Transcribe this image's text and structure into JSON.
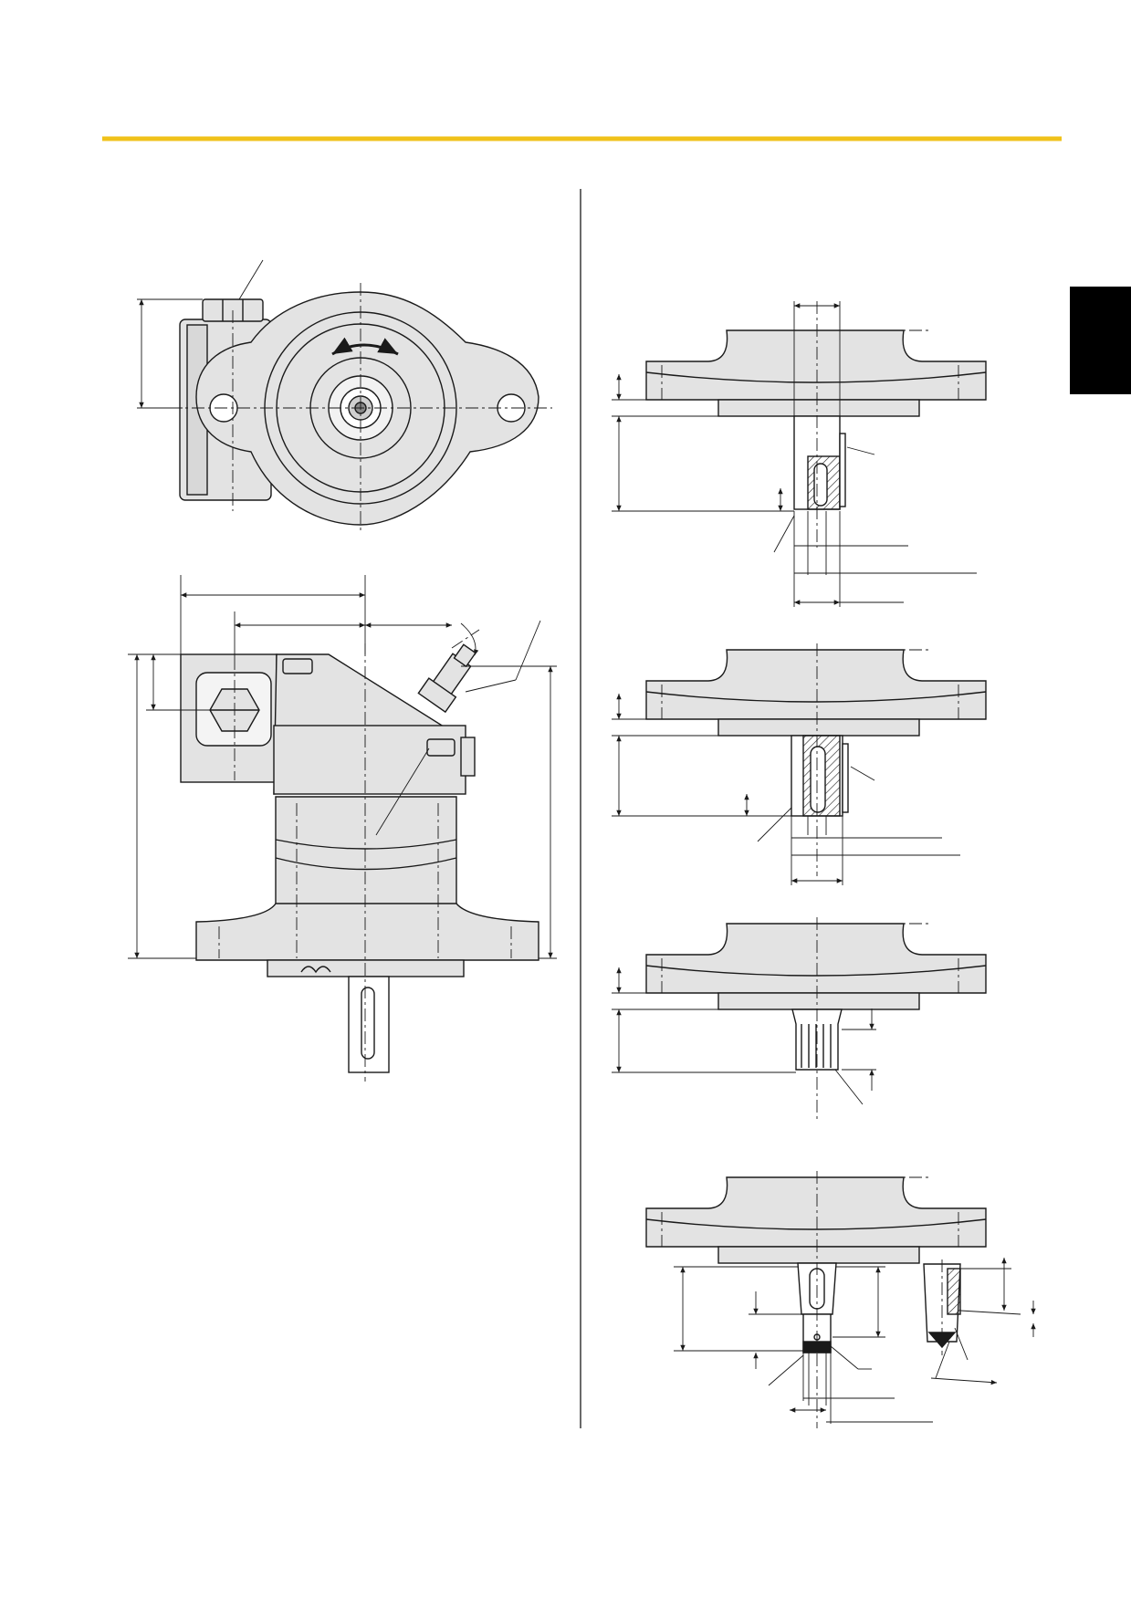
{
  "colors": {
    "header_rule": "#f0c21a",
    "tab": "#000000",
    "part_fill": "#e3e3e3",
    "line": "#1a1a1a"
  },
  "drawings": [
    {
      "name": "motor-front-view",
      "icon": "rotation-arrows-icon"
    },
    {
      "name": "motor-side-view"
    },
    {
      "name": "shaft-option-keyed"
    },
    {
      "name": "shaft-option-keyed-long"
    },
    {
      "name": "shaft-option-splined"
    },
    {
      "name": "shaft-option-tapered"
    }
  ]
}
